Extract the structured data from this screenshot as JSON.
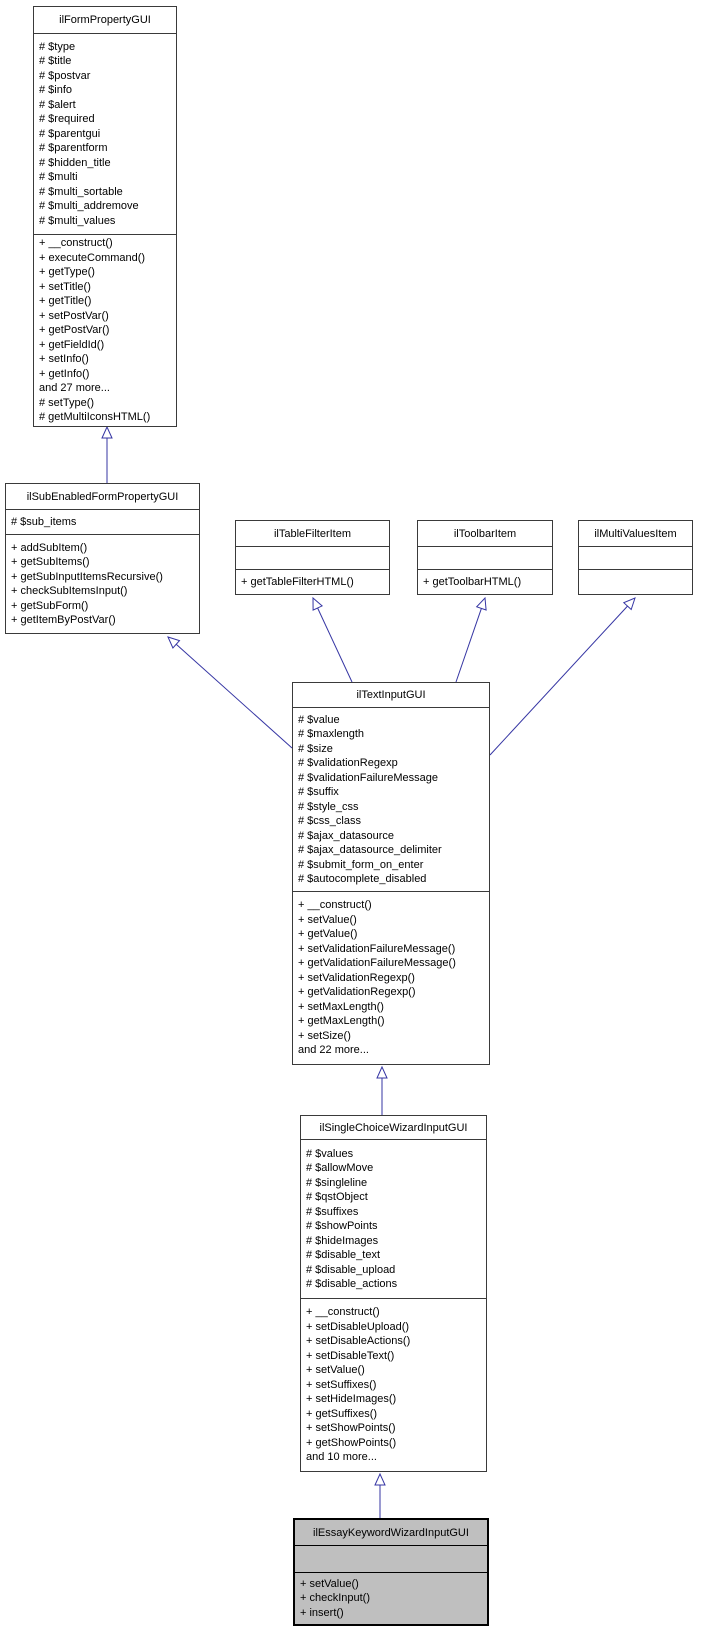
{
  "colors": {
    "arrow": "#3535a3",
    "box_border": "#3a3a3a",
    "highlight_fill": "#bfbfbf",
    "box_fill": "#ffffff"
  },
  "classes": [
    {
      "name": "ilFormPropertyGUI",
      "attributes": [
        "# $type",
        "# $title",
        "# $postvar",
        "# $info",
        "# $alert",
        "# $required",
        "# $parentgui",
        "# $parentform",
        "# $hidden_title",
        "# $multi",
        "# $multi_sortable",
        "# $multi_addremove",
        "# $multi_values"
      ],
      "methods": [
        "+ __construct()",
        "+ executeCommand()",
        "+ getType()",
        "+ setTitle()",
        "+ getTitle()",
        "+ setPostVar()",
        "+ getPostVar()",
        "+ getFieldId()",
        "+ setInfo()",
        "+ getInfo()",
        "and 27 more...",
        "# setType()",
        "# getMultiIconsHTML()"
      ]
    },
    {
      "name": "ilSubEnabledFormPropertyGUI",
      "attributes": [
        "# $sub_items"
      ],
      "methods": [
        "+ addSubItem()",
        "+ getSubItems()",
        "+ getSubInputItemsRecursive()",
        "+ checkSubItemsInput()",
        "+ getSubForm()",
        "+ getItemByPostVar()"
      ]
    },
    {
      "name": "ilTableFilterItem",
      "attributes": [],
      "methods": [
        "+ getTableFilterHTML()"
      ]
    },
    {
      "name": "ilToolbarItem",
      "attributes": [],
      "methods": [
        "+ getToolbarHTML()"
      ]
    },
    {
      "name": "ilMultiValuesItem",
      "attributes": [],
      "methods": []
    },
    {
      "name": "ilTextInputGUI",
      "attributes": [
        "# $value",
        "# $maxlength",
        "# $size",
        "# $validationRegexp",
        "# $validationFailureMessage",
        "# $suffix",
        "# $style_css",
        "# $css_class",
        "# $ajax_datasource",
        "# $ajax_datasource_delimiter",
        "# $submit_form_on_enter",
        "# $autocomplete_disabled"
      ],
      "methods": [
        "+ __construct()",
        "+ setValue()",
        "+ getValue()",
        "+ setValidationFailureMessage()",
        "+ getValidationFailureMessage()",
        "+ setValidationRegexp()",
        "+ getValidationRegexp()",
        "+ setMaxLength()",
        "+ getMaxLength()",
        "+ setSize()",
        "and 22 more..."
      ]
    },
    {
      "name": "ilSingleChoiceWizardInputGUI",
      "attributes": [
        "# $values",
        "# $allowMove",
        "# $singleline",
        "# $qstObject",
        "# $suffixes",
        "# $showPoints",
        "# $hideImages",
        "# $disable_text",
        "# $disable_upload",
        "# $disable_actions"
      ],
      "methods": [
        "+ __construct()",
        "+ setDisableUpload()",
        "+ setDisableActions()",
        "+ setDisableText()",
        "+ setValue()",
        "+ setSuffixes()",
        "+ setHideImages()",
        "+ getSuffixes()",
        "+ setShowPoints()",
        "+ getShowPoints()",
        "and 10 more..."
      ]
    },
    {
      "name": "ilEssayKeywordWizardInputGUI",
      "highlighted": true,
      "attributes": [],
      "methods": [
        "+ setValue()",
        "+ checkInput()",
        "+ insert()"
      ]
    }
  ],
  "relations": [
    {
      "from": "ilSubEnabledFormPropertyGUI",
      "to": "ilFormPropertyGUI",
      "type": "inheritance"
    },
    {
      "from": "ilTextInputGUI",
      "to": "ilSubEnabledFormPropertyGUI",
      "type": "inheritance"
    },
    {
      "from": "ilTextInputGUI",
      "to": "ilTableFilterItem",
      "type": "inheritance"
    },
    {
      "from": "ilTextInputGUI",
      "to": "ilToolbarItem",
      "type": "inheritance"
    },
    {
      "from": "ilTextInputGUI",
      "to": "ilMultiValuesItem",
      "type": "inheritance"
    },
    {
      "from": "ilSingleChoiceWizardInputGUI",
      "to": "ilTextInputGUI",
      "type": "inheritance"
    },
    {
      "from": "ilEssayKeywordWizardInputGUI",
      "to": "ilSingleChoiceWizardInputGUI",
      "type": "inheritance"
    }
  ]
}
